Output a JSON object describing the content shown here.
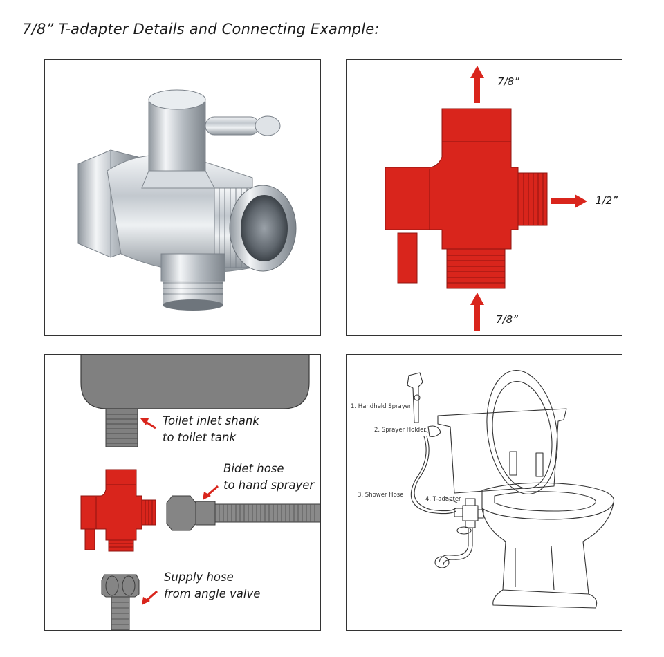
{
  "title": "7/8” T-adapter Details and Connecting Example:",
  "colors": {
    "adapter_red": "#d9251c",
    "hose_gray": "#7a7a7a",
    "chrome": "#c9ced3"
  },
  "panel_photo": {
    "icon": "t-adapter-photo"
  },
  "panel_dimensions": {
    "top_label": "7/8”",
    "right_label": "1/2”",
    "bottom_label": "7/8”"
  },
  "panel_connection": {
    "labels": [
      {
        "line1": "Toilet inlet shank",
        "line2": "to toilet tank"
      },
      {
        "line1": "Bidet hose",
        "line2": "to hand sprayer"
      },
      {
        "line1": "Supply hose",
        "line2": "from angle valve"
      }
    ]
  },
  "panel_installation": {
    "parts": [
      "1. Handheld Sprayer",
      "2. Sprayer Holder",
      "3. Shower Hose",
      "4. T-adapter"
    ]
  }
}
